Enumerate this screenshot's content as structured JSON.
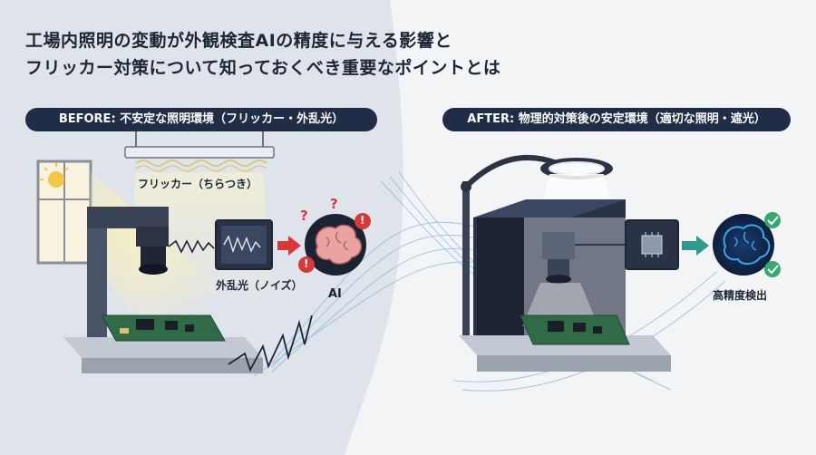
{
  "title": {
    "line1": "工場内照明の変動が外観検査AIの精度に与える影響と",
    "line2": "フリッカー対策について知っておくべき重要なポイントとは"
  },
  "before": {
    "header": "BEFORE: 不安定な照明環境（フリッカー・外乱光）",
    "flicker_label": "フリッカー（ちらつき）",
    "noise_label": "外乱光（ノイズ）",
    "ai_label": "AI",
    "question_marks": [
      "?",
      "?"
    ],
    "alert_marks": [
      "!",
      "!"
    ]
  },
  "after": {
    "header": "AFTER: 物理的対策後の安定環境（適切な照明・遮光）",
    "result_label": "高精度検出"
  },
  "colors": {
    "navy": "#1f2d47",
    "warning_red": "#d9383a",
    "success_green": "#35a86b",
    "brain_blue": "#3aa8e8",
    "teal_arrow": "#2f9b8e",
    "pcb_green": "#2f6b46"
  }
}
